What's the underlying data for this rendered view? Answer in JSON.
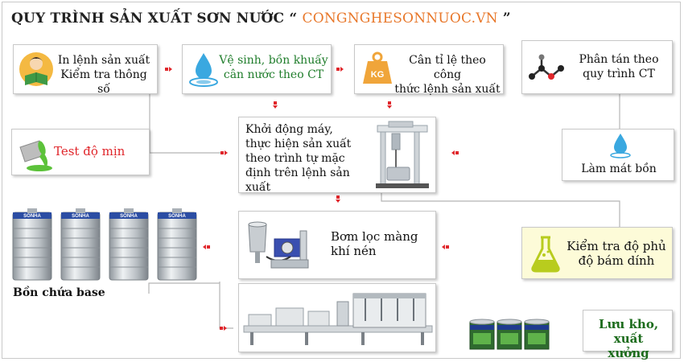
{
  "title": {
    "prefix": "QUY TRÌNH SẢN XUẤT SƠN NƯỚC “",
    "brand": "CONGNGHESONNUOC.VN",
    "suffix": "”"
  },
  "steps": {
    "print_order": {
      "line1": "In lệnh sản xuất",
      "line2": "Kiểm tra thông số"
    },
    "clean_tank": {
      "line1": "Vệ sinh, bồn khuấy",
      "line2": "cân nước theo CT"
    },
    "weigh": {
      "line1": "Cân tỉ lệ theo công",
      "line2": "thức lệnh sản xuất",
      "icon_text": "KG"
    },
    "disperse": {
      "line1": "Phân tán theo",
      "line2": "quy trình CT"
    },
    "test_fineness": {
      "label": "Test độ mịn"
    },
    "start_machine": {
      "line1": "Khởi động máy,",
      "line2": "thực hiện sản xuất",
      "line3": "theo trình tự mặc",
      "line4": "định trên lệnh sản xuất"
    },
    "cool_tank": {
      "label": "Làm mát bồn"
    },
    "storage_tanks": {
      "label": "Bồn chứa base",
      "tank_brand": "SONHA"
    },
    "pump_filter": {
      "line1": "Bơm lọc màng",
      "line2": "khí nén"
    },
    "check_coverage": {
      "line1": "Kiểm tra độ phủ",
      "line2": "độ bám dính"
    },
    "warehouse": {
      "line1": "Lưu kho, xuất",
      "line2": "xưởng"
    }
  },
  "colors": {
    "brand": "#e8782b",
    "arrow": "#e0262b",
    "connector": "#b5b5b5",
    "water_drop": "#3aa8e0",
    "green_text": "#1f7d2b",
    "check_box_bg": "#fdfbd8"
  },
  "icons": [
    "reader-icon",
    "water-drop-icon",
    "weight-icon",
    "molecule-icon",
    "paint-bucket-icon",
    "water-drop-icon",
    "mixer-machine-icon",
    "water-tank-icon",
    "pump-filter-icon",
    "flask-icon",
    "filling-line-icon",
    "paint-can-icon"
  ]
}
